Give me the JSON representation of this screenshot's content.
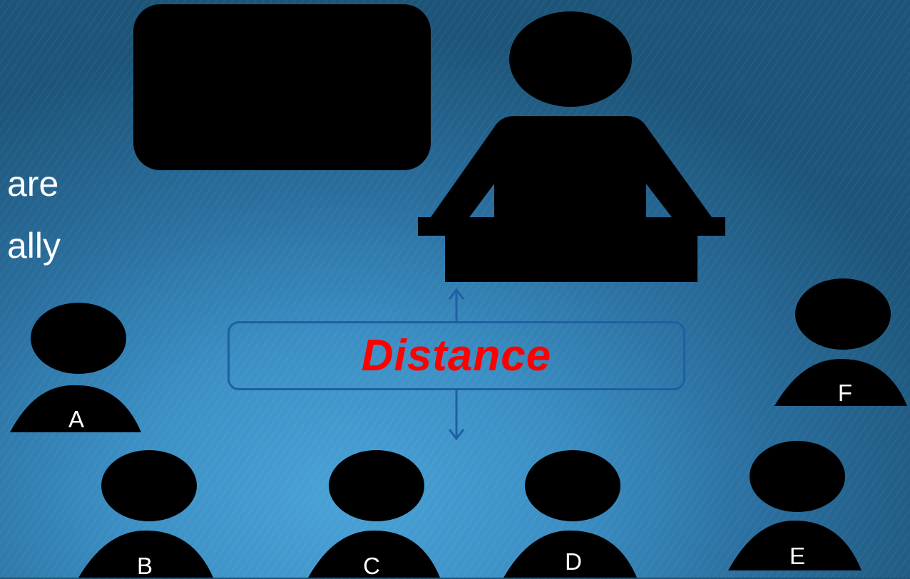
{
  "side_text": {
    "line1": "are",
    "line2": "ally"
  },
  "distance": {
    "label": "Distance",
    "color": "#ff0000",
    "box_border_color": "#1f5fa3",
    "arrow_color": "#1f5fa3"
  },
  "students": [
    {
      "id": "A",
      "label": "A"
    },
    {
      "id": "B",
      "label": "B"
    },
    {
      "id": "C",
      "label": "C"
    },
    {
      "id": "D",
      "label": "D"
    },
    {
      "id": "E",
      "label": "E"
    },
    {
      "id": "F",
      "label": "F"
    }
  ],
  "icons": {
    "board": "whiteboard-icon",
    "teacher": "teacher-at-podium-icon",
    "student": "person-icon"
  },
  "colors": {
    "silhouette": "#000000",
    "background_center": "#4aa2d6",
    "background_edge": "#1d5579",
    "label_text": "#ffffff"
  }
}
